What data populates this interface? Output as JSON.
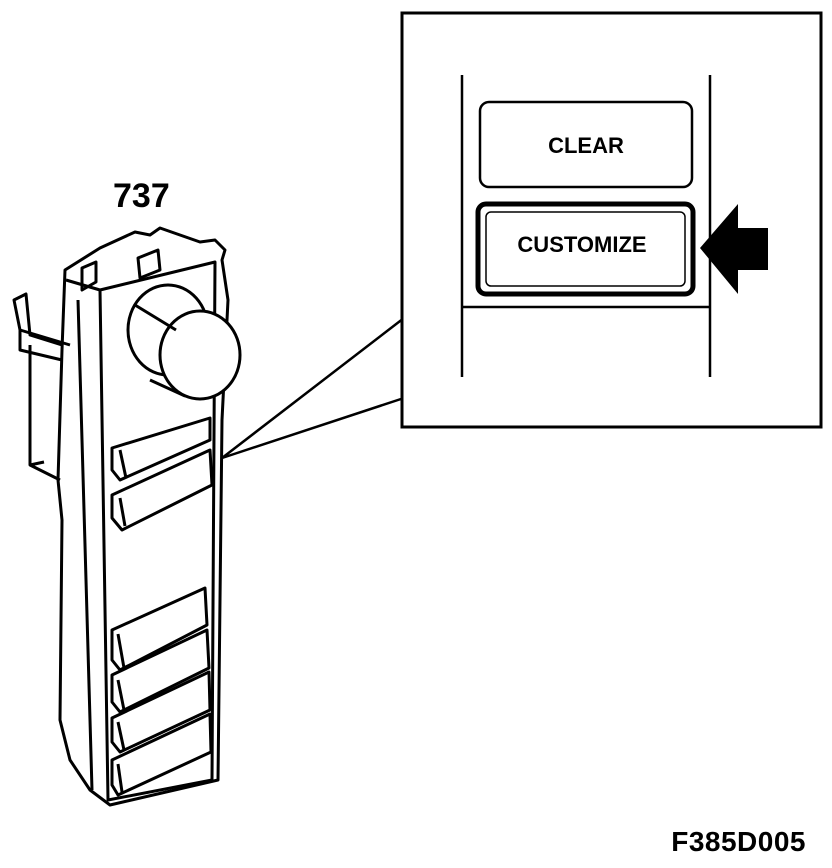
{
  "reference_number": "737",
  "figure_id": "F385D005",
  "detail_panel": {
    "buttons": [
      {
        "label": "CLEAR",
        "highlighted": false
      },
      {
        "label": "CUSTOMIZE",
        "highlighted": true
      }
    ],
    "arrow_icon": "arrow-left-icon"
  },
  "colors": {
    "line": "#000000",
    "background": "#ffffff"
  }
}
